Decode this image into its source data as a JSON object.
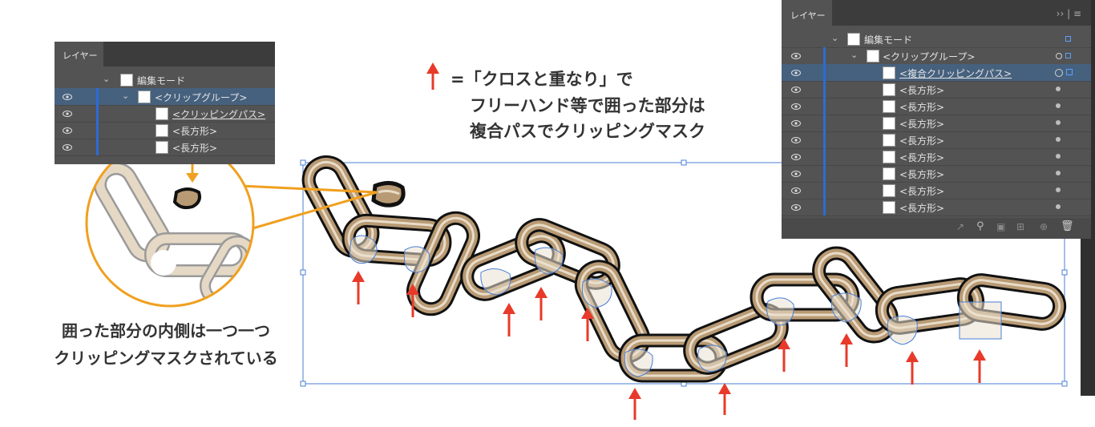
{
  "annotation_top": {
    "line1": "=「クロスと重なり」で",
    "line2": "フリーハンド等で囲った部分は",
    "line3": "複合パスでクリッピングマスク"
  },
  "annotation_left": {
    "line1": "囲った部分の内側は一つ一つ",
    "line2": "クリッピングマスクされている"
  },
  "panel_small": {
    "tab": "レイヤー",
    "rows": [
      {
        "label": "編集モード",
        "underline": false
      },
      {
        "label": "<クリップグループ>",
        "underline": false
      },
      {
        "label": "<クリッピングパス>",
        "underline": true
      },
      {
        "label": "<長方形>",
        "underline": false
      },
      {
        "label": "<長方形>",
        "underline": false
      }
    ]
  },
  "panel_large": {
    "tab": "レイヤー",
    "menu_glyph": "››",
    "rows": [
      {
        "label": "編集モード",
        "underline": false
      },
      {
        "label": "<クリップグループ>",
        "underline": false
      },
      {
        "label": "<複合クリッピングパス>",
        "underline": true
      },
      {
        "label": "<長方形>",
        "underline": false
      },
      {
        "label": "<長方形>",
        "underline": false
      },
      {
        "label": "<長方形>",
        "underline": false
      },
      {
        "label": "<長方形>",
        "underline": false
      },
      {
        "label": "<長方形>",
        "underline": false
      },
      {
        "label": "<長方形>",
        "underline": false
      },
      {
        "label": "<長方形>",
        "underline": false
      },
      {
        "label": "<長方形>",
        "underline": false
      }
    ]
  },
  "colors": {
    "arrow": "#e83a2a",
    "callout": "#f0a020",
    "chain_fill": "#b89a74",
    "chain_light": "#efe5d6",
    "selection": "#4a7fd6"
  }
}
